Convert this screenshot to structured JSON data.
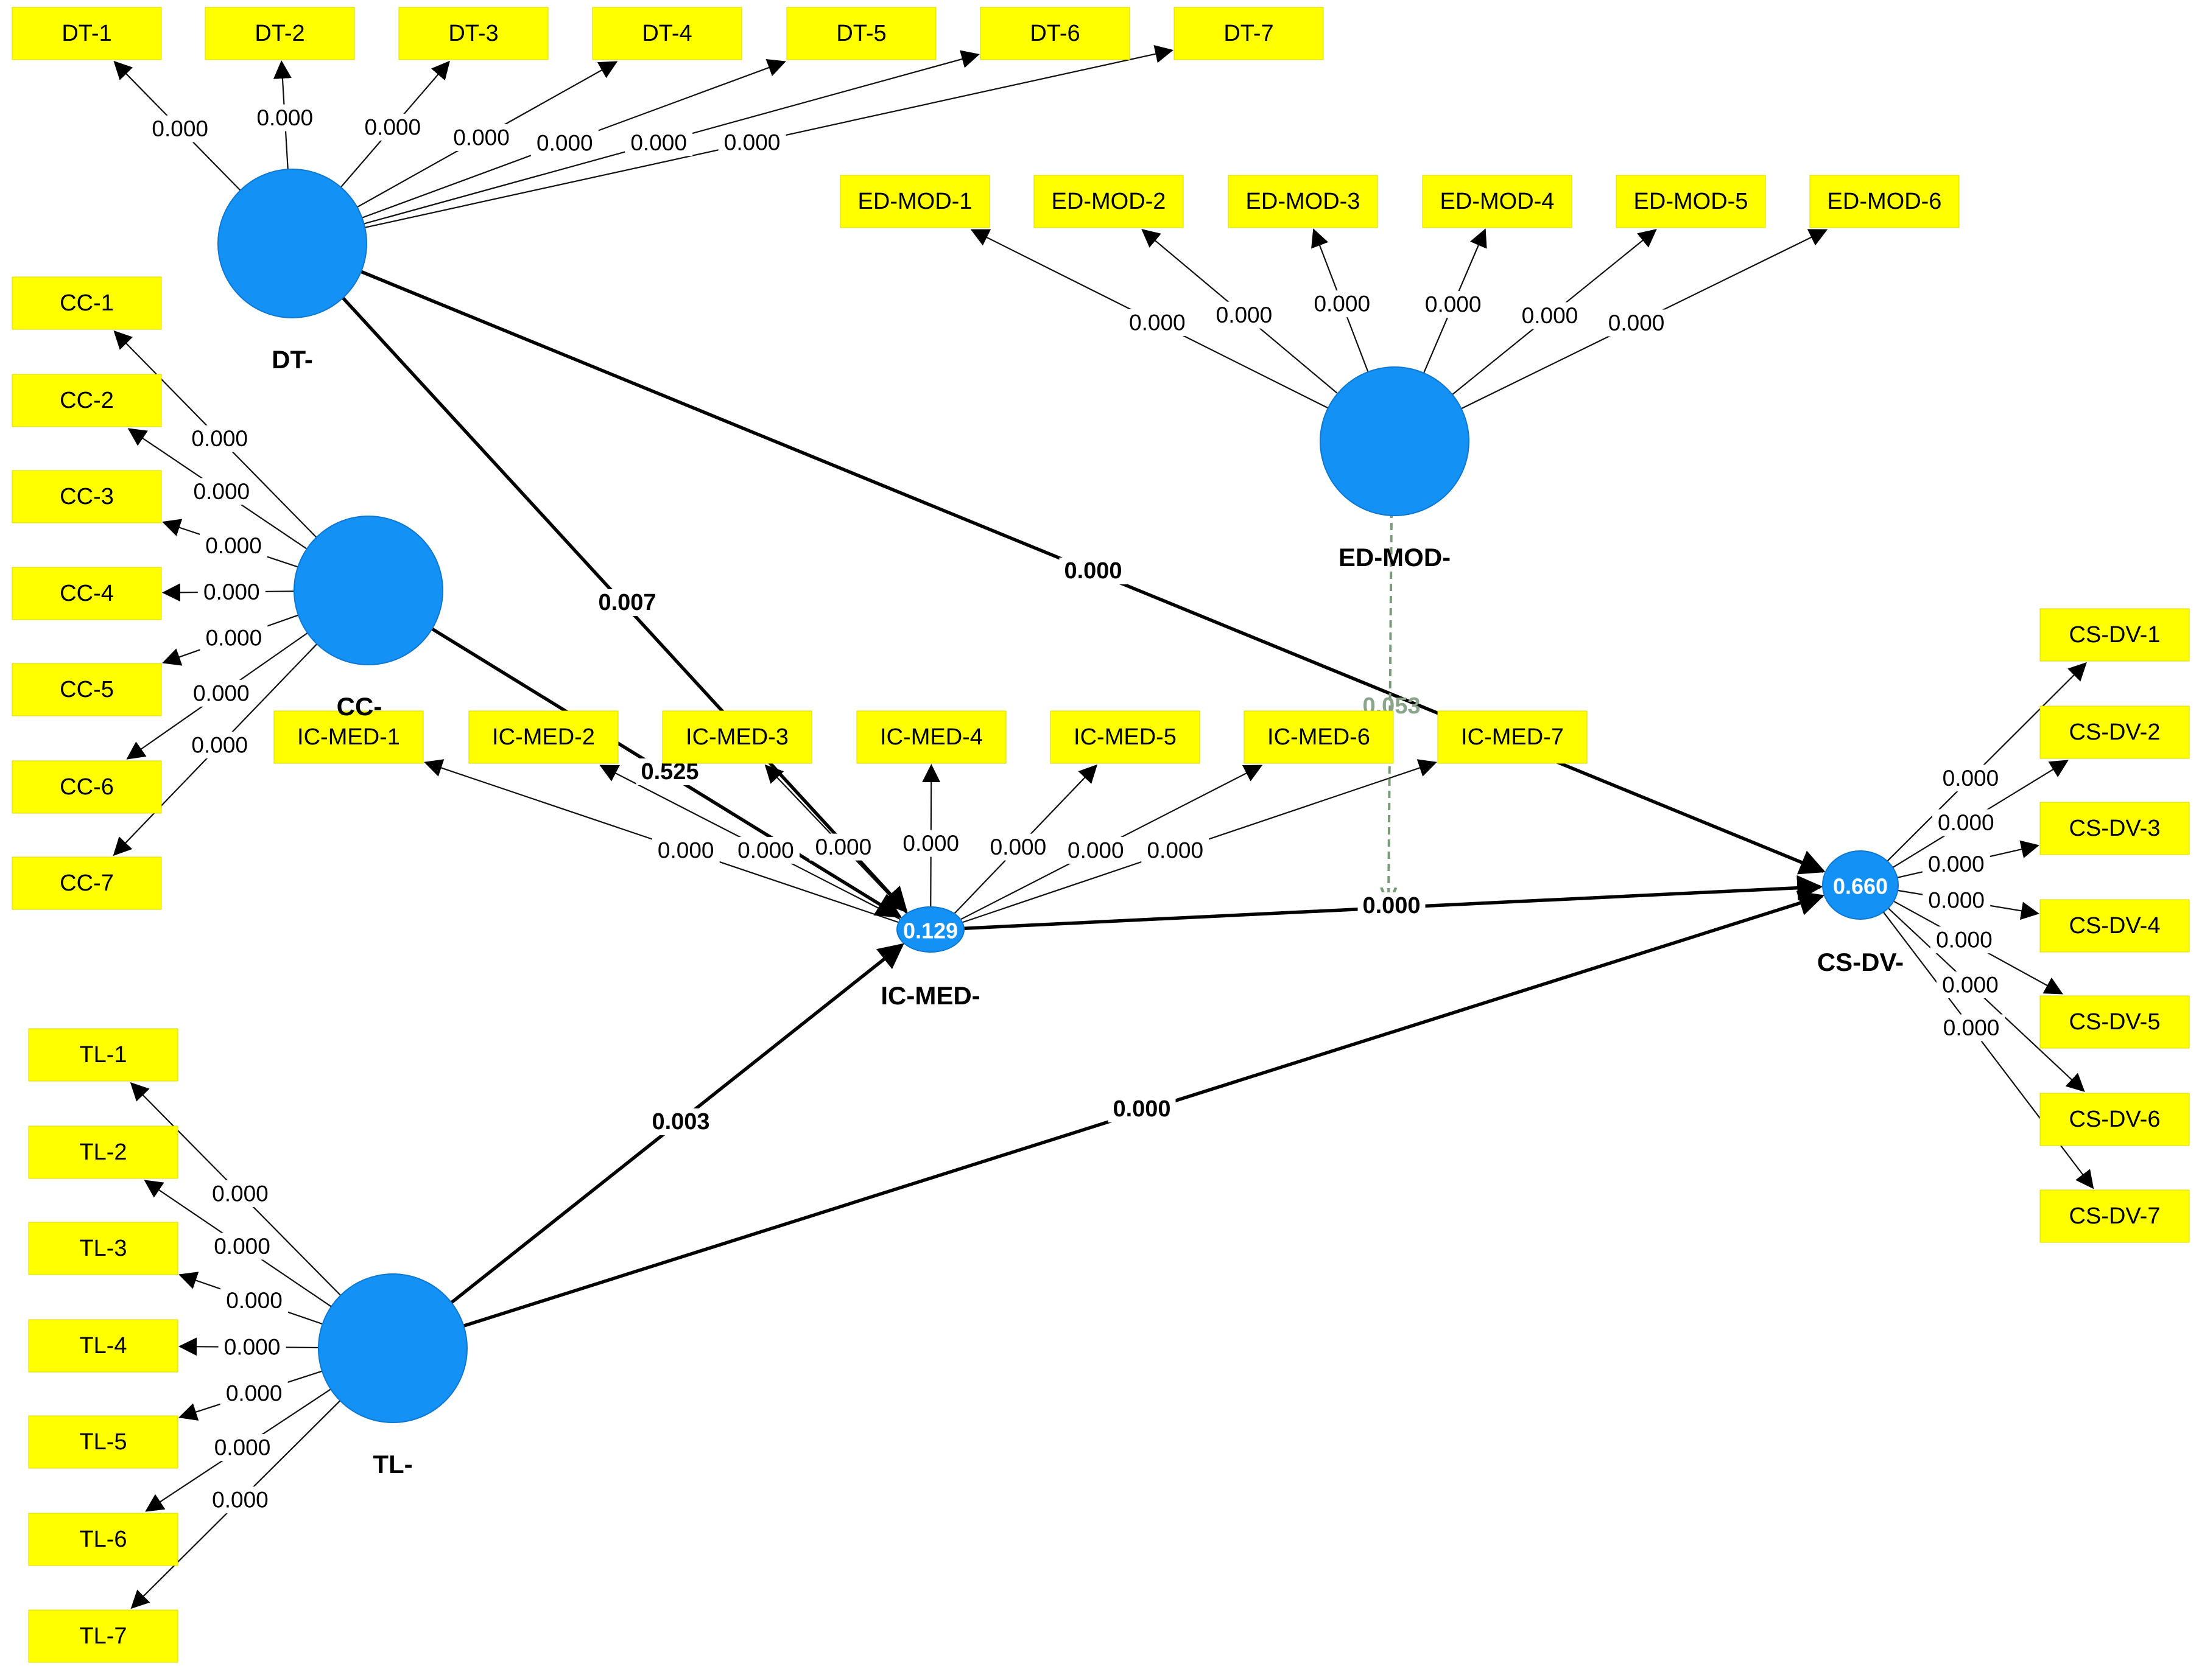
{
  "colors": {
    "indicator_fill": "#ffff00",
    "latent_fill": "#1491f5",
    "moderation_line": "#7a9a7a",
    "moderation_label": "#8aa58a"
  },
  "constructs": [
    {
      "id": "DT",
      "name": "DT-",
      "r2": "",
      "indicators": [
        "DT-1",
        "DT-2",
        "DT-3",
        "DT-4",
        "DT-5",
        "DT-6",
        "DT-7"
      ],
      "pvalues": [
        "0.000",
        "0.000",
        "0.000",
        "0.000",
        "0.000",
        "0.000",
        "0.000"
      ],
      "direction": "out"
    },
    {
      "id": "CC",
      "name": "CC-",
      "r2": "",
      "indicators": [
        "CC-1",
        "CC-2",
        "CC-3",
        "CC-4",
        "CC-5",
        "CC-6",
        "CC-7"
      ],
      "pvalues": [
        "0.000",
        "0.000",
        "0.000",
        "0.000",
        "0.000",
        "0.000",
        "0.000"
      ],
      "direction": "out"
    },
    {
      "id": "TL",
      "name": "TL-",
      "r2": "",
      "indicators": [
        "TL-1",
        "TL-2",
        "TL-3",
        "TL-4",
        "TL-5",
        "TL-6",
        "TL-7"
      ],
      "pvalues": [
        "0.000",
        "0.000",
        "0.000",
        "0.000",
        "0.000",
        "0.000",
        "0.000"
      ],
      "direction": "out"
    },
    {
      "id": "EDMOD",
      "name": "ED-MOD-",
      "r2": "",
      "indicators": [
        "ED-MOD-1",
        "ED-MOD-2",
        "ED-MOD-3",
        "ED-MOD-4",
        "ED-MOD-5",
        "ED-MOD-6"
      ],
      "pvalues": [
        "0.000",
        "0.000",
        "0.000",
        "0.000",
        "0.000",
        "0.000"
      ],
      "direction": "out"
    },
    {
      "id": "ICMED",
      "name": "IC-MED-",
      "r2": "0.129",
      "indicators": [
        "IC-MED-1",
        "IC-MED-2",
        "IC-MED-3",
        "IC-MED-4",
        "IC-MED-5",
        "IC-MED-6",
        "IC-MED-7"
      ],
      "pvalues": [
        "0.000",
        "0.000",
        "0.000",
        "0.000",
        "0.000",
        "0.000",
        "0.000"
      ],
      "direction": "out"
    },
    {
      "id": "CSDV",
      "name": "CS-DV-",
      "r2": "0.660",
      "indicators": [
        "CS-DV-1",
        "CS-DV-2",
        "CS-DV-3",
        "CS-DV-4",
        "CS-DV-5",
        "CS-DV-6",
        "CS-DV-7"
      ],
      "pvalues": [
        "0.000",
        "0.000",
        "0.000",
        "0.000",
        "0.000",
        "0.000",
        "0.000"
      ],
      "direction": "out"
    }
  ],
  "paths": [
    {
      "from": "DT",
      "to": "ICMED",
      "pvalue": "0.007"
    },
    {
      "from": "DT",
      "to": "CSDV",
      "pvalue": "0.000"
    },
    {
      "from": "CC",
      "to": "ICMED",
      "pvalue": "0.525"
    },
    {
      "from": "TL",
      "to": "ICMED",
      "pvalue": "0.003"
    },
    {
      "from": "TL",
      "to": "CSDV",
      "pvalue": "0.000"
    },
    {
      "from": "ICMED",
      "to": "CSDV",
      "pvalue": "0.000"
    }
  ],
  "moderation": {
    "from": "EDMOD",
    "to_path": "ICMED-CSDV",
    "pvalue": "0.053"
  }
}
